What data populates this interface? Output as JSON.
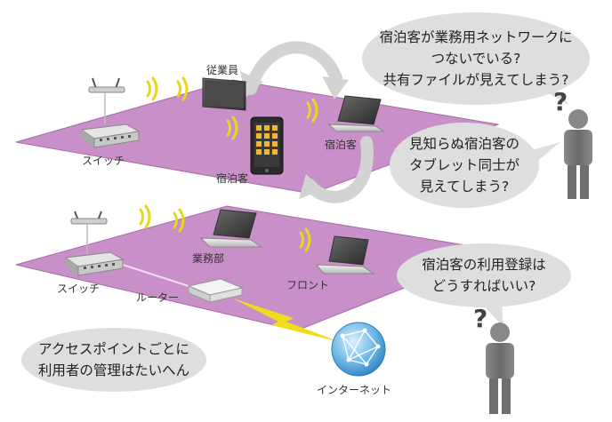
{
  "colors": {
    "floor": "#c98fc9",
    "floor_edge": "#a66aa8",
    "bubble": "#dedede",
    "wifi": "#e6d81c",
    "person": "#777777"
  },
  "labels": {
    "employee": "従業員",
    "switch_top": "スイッチ",
    "tablet_guest": "宿泊客",
    "laptop_guest": "宿泊客",
    "office": "業務部",
    "front": "フロント",
    "switch_bottom": "スイッチ",
    "router": "ルーター",
    "internet": "インターネット"
  },
  "bubbles": {
    "top": [
      "宿泊客が業務用ネットワークに",
      "つないでいる?",
      "共有ファイルが見えてしまう?"
    ],
    "middle": [
      "見知らぬ宿泊客の",
      "タブレット同士が",
      "見えてしまう?"
    ],
    "right": [
      "宿泊客の利用登録は",
      "どうすればいい?"
    ],
    "left": [
      "アクセスポイントごとに",
      "利用者の管理はたいへん"
    ]
  },
  "icons": [
    "access-point-icon",
    "switch-icon",
    "monitor-icon",
    "tablet-icon",
    "laptop-icon",
    "router-icon",
    "globe-icon",
    "person-icon",
    "question-mark-icon",
    "wifi-icon",
    "cycle-arrow-icon",
    "lightning-icon"
  ]
}
